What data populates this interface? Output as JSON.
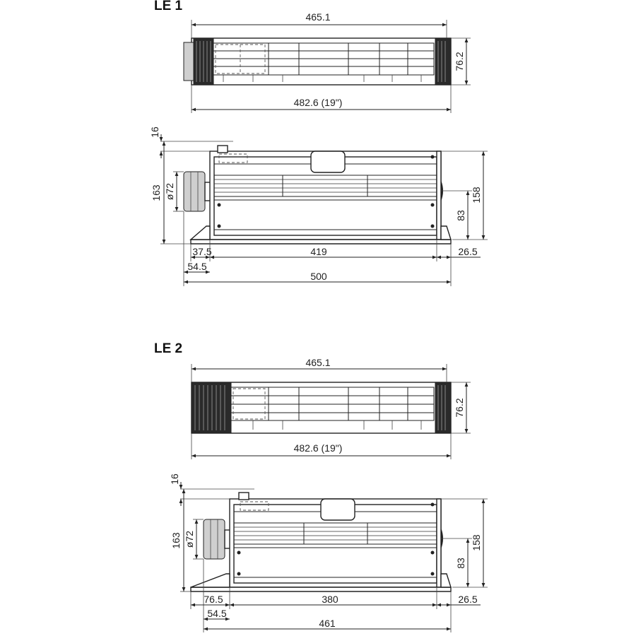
{
  "sections": [
    {
      "title": "LE 1",
      "top": {
        "width_inner": "465.1",
        "width_total": "482.6 (19\")",
        "height": "76.2"
      },
      "side": {
        "offset_top": "16",
        "height_total": "163",
        "diameter": "ø72",
        "height_right": "158",
        "height_mid": "83",
        "len_left": "37.5",
        "len_main": "419",
        "len_right": "26.5",
        "len_sub": "54.5",
        "len_total": "500"
      }
    },
    {
      "title": "LE 2",
      "top": {
        "width_inner": "465.1",
        "width_total": "482.6 (19\")",
        "height": "76.2"
      },
      "side": {
        "offset_top": "16",
        "height_total": "163",
        "diameter": "ø72",
        "height_right": "158",
        "height_mid": "83",
        "len_left": "76.5",
        "len_main": "380",
        "len_right": "26.5",
        "len_sub": "54.5",
        "len_total": "461"
      }
    }
  ]
}
